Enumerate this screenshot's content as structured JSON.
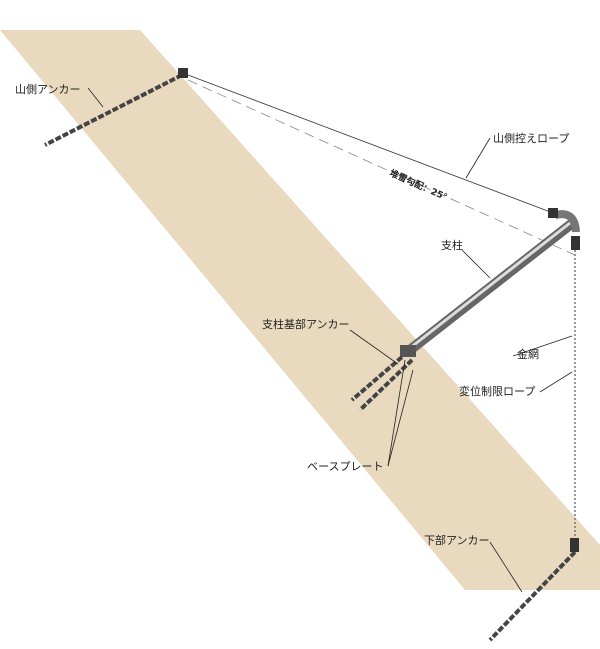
{
  "labels": {
    "mountain_anchor": "山側アンカー",
    "guy_rope": "山側控えロープ",
    "snow_slope": "堆雪勾配：25°",
    "post": "支柱",
    "post_base_anchor": "支柱基部アンカー",
    "wire_mesh": "金網",
    "displacement_rope": "変位制限ロープ",
    "base_plate": "ベースプレート",
    "lower_anchor": "下部アンカー"
  },
  "colors": {
    "slope": "#e8d9bf",
    "line": "#333333"
  }
}
